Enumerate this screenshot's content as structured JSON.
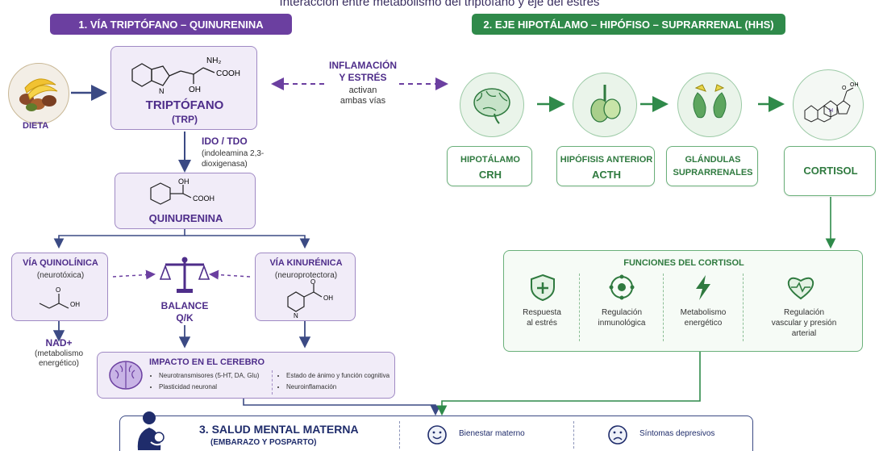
{
  "page_title": "Interacción entre metabolismo del triptófano y eje del estrés",
  "colors": {
    "purple": "#6b3fa0",
    "green": "#2f8a4a",
    "navy": "#1f2c6b"
  },
  "section1": {
    "banner": "1. VÍA TRIPTÓFANO – QUINURENINA",
    "diet_label": "DIETA",
    "trp_title": "TRIPTÓFANO",
    "trp_sub": "(TRP)",
    "trp_struct_labels": {
      "nh2": "NH₂",
      "cooh": "COOH",
      "oh": "OH",
      "n": "N"
    },
    "enzyme_title": "IDO / TDO",
    "enzyme_desc": "(indoleamina 2,3-dioxigenasa)",
    "kyn_title": "QUINURENINA",
    "kyn_struct_labels": {
      "oh": "OH",
      "cooh": "COOH"
    },
    "quinolinic_title": "VÍA QUINOLÍNICA",
    "quinolinic_sub": "(neurotóxica)",
    "quinolinic_struct_labels": {
      "oh": "OH",
      "o": "O"
    },
    "kynurenic_title": "VÍA KINURÉNICA",
    "kynurenic_sub": "(neuroprotectora)",
    "kynurenic_struct_labels": {
      "oh": "OH",
      "o": "O",
      "n": "N"
    },
    "balance_label": "BALANCE\nQ/K",
    "nad_title": "NAD+",
    "nad_desc": "(metabolismo energético)",
    "brain_title": "IMPACTO EN EL CEREBRO",
    "brain_items_left": [
      "Neurotransmisores (5-HT, DA, Glu)",
      "Plasticidad neuronal"
    ],
    "brain_items_right": [
      "Estado de ánimo y función cognitiva",
      "Neuroinflamación"
    ]
  },
  "inflammation": {
    "title": "INFLAMACIÓN\nY ESTRÉS",
    "desc": "activan\nambas vías"
  },
  "section2": {
    "banner": "2. EJE HIPOTÁLAMO – HIPÓFISO – SUPRARRENAL (HHS)",
    "cortisol_struct_labels": {
      "oh": "OH",
      "h": "H",
      "o": "O"
    },
    "steps": [
      {
        "line1": "HIPOTÁLAMO",
        "line2": "CRH"
      },
      {
        "line1": "HIPÓFISIS ANTERIOR",
        "line2": "ACTH"
      },
      {
        "line1": "GLÁNDULAS",
        "line2": "SUPRARRENALES"
      },
      {
        "line1": "CORTISOL",
        "line2": ""
      }
    ],
    "functions_title": "FUNCIONES DEL CORTISOL",
    "functions": [
      {
        "icon": "shield-plus-icon",
        "label": "Respuesta\nal estrés"
      },
      {
        "icon": "immune-cell-icon",
        "label": "Regulación\ninmunológica"
      },
      {
        "icon": "lightning-icon",
        "label": "Metabolismo\nenergético"
      },
      {
        "icon": "heart-pulse-icon",
        "label": "Regulación\nvascular y presión\narterial"
      }
    ]
  },
  "section3": {
    "title": "3. SALUD MENTAL MATERNA",
    "subtitle": "(EMBARAZO Y POSPARTO)",
    "outcomes": [
      {
        "icon": "smiley-icon",
        "label": "Bienestar materno"
      },
      {
        "icon": "sad-face-icon",
        "label": "Síntomas depresivos"
      }
    ]
  }
}
